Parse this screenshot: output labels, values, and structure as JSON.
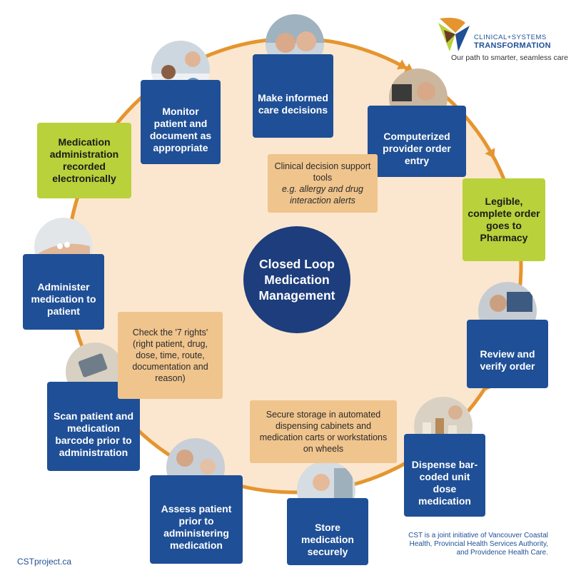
{
  "title": "Closed Loop Medication Management",
  "colors": {
    "ring": "#e5952f",
    "fill": "#fbe7cf",
    "step_blue": "#1f4f96",
    "step_green": "#b9d13a",
    "note": "#f0c48d",
    "center": "#1d3d7c"
  },
  "logo": {
    "line1": "CLINICAL+SYSTEMS",
    "line2": "TRANSFORMATION",
    "tagline": "Our path to smarter, seamless care"
  },
  "steps": [
    {
      "label": "Make informed care decisions",
      "style": "blue",
      "photo": "clinicians-icon"
    },
    {
      "label": "Computerized provider order entry",
      "style": "blue",
      "photo": "doctor-computer-icon"
    },
    {
      "label": "Legible, complete order goes to Pharmacy",
      "style": "green"
    },
    {
      "label": "Review and verify order",
      "style": "blue",
      "photo": "pharmacist-computer-icon"
    },
    {
      "label": "Dispense bar-coded unit dose medication",
      "style": "blue",
      "photo": "medication-vials-icon"
    },
    {
      "label": "Store medication securely",
      "style": "blue",
      "photo": "nurse-cabinet-icon"
    },
    {
      "label": "Assess patient prior to administering medication",
      "style": "blue",
      "photo": "clinician-patient-icon"
    },
    {
      "label": "Scan patient and medication barcode prior to administration",
      "style": "blue",
      "photo": "barcode-scanner-icon"
    },
    {
      "label": "Administer medication to patient",
      "style": "blue",
      "photo": "pills-hand-icon"
    },
    {
      "label": "Medication administration recorded electronically",
      "style": "green"
    },
    {
      "label": "Monitor patient and document as appropriate",
      "style": "blue",
      "photo": "patient-bed-icon"
    }
  ],
  "notes": {
    "decision_support": {
      "line1": "Clinical decision support tools",
      "line2": "e.g. allergy and drug interaction alerts"
    },
    "seven_rights": "Check the '7 rights' (right patient, drug, dose, time, route, documentation and reason)",
    "secure_storage": "Secure storage in automated dispensing cabinets and medication carts or workstations on wheels"
  },
  "footer": {
    "site": "CSTproject.ca",
    "credit": "CST is a joint initiative of Vancouver Coastal Health, Provincial Health Services Authority, and Providence Health Care."
  }
}
